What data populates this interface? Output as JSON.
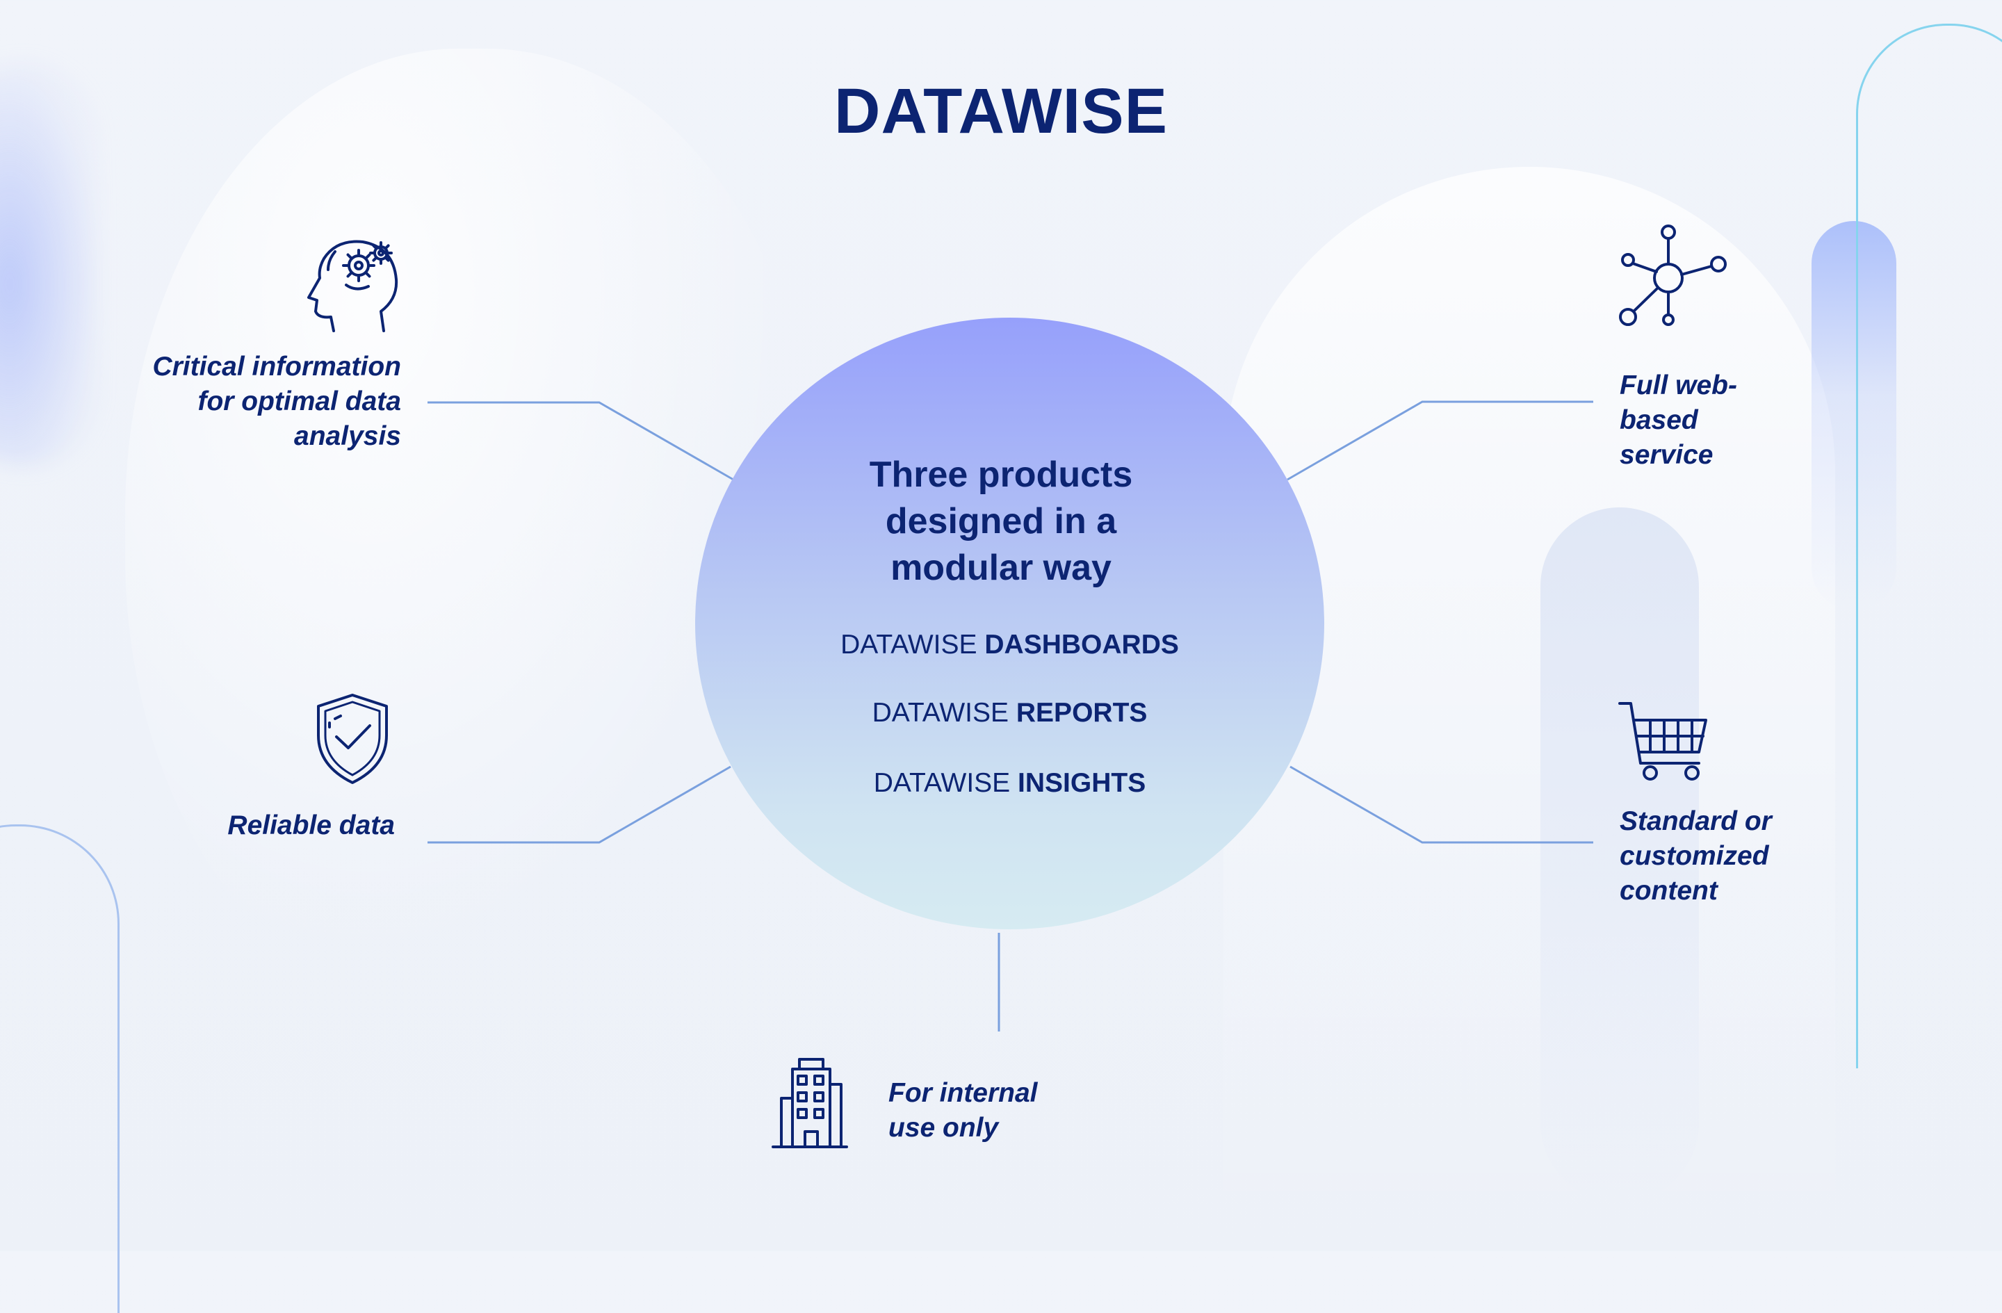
{
  "title": "DATAWISE",
  "center": {
    "heading_lines": [
      "Three products",
      "designed in a",
      "modular way"
    ],
    "products": [
      {
        "prefix": "DATAWISE",
        "name": "DASHBOARDS"
      },
      {
        "prefix": "DATAWISE",
        "name": "REPORTS"
      },
      {
        "prefix": "DATAWISE",
        "name": "INSIGHTS"
      }
    ]
  },
  "features": {
    "critical_info": {
      "icon": "head-gears-icon",
      "lines": [
        "Critical information",
        "for optimal data",
        "analysis"
      ]
    },
    "reliable_data": {
      "icon": "shield-check-icon",
      "lines": [
        "Reliable data"
      ]
    },
    "internal_use": {
      "icon": "office-building-icon",
      "lines": [
        "For internal",
        "use only"
      ]
    },
    "web_service": {
      "icon": "network-hub-icon",
      "lines": [
        "Full web-",
        "based",
        "service"
      ]
    },
    "custom_content": {
      "icon": "shopping-cart-icon",
      "lines": [
        "Standard or",
        "customized",
        "content"
      ]
    }
  },
  "colors": {
    "text": "#0c2472",
    "connector": "#7aa0de",
    "circle_top": "#96a0fb",
    "circle_bottom": "#d6ebf2",
    "accent_line": "#86d4ee"
  }
}
